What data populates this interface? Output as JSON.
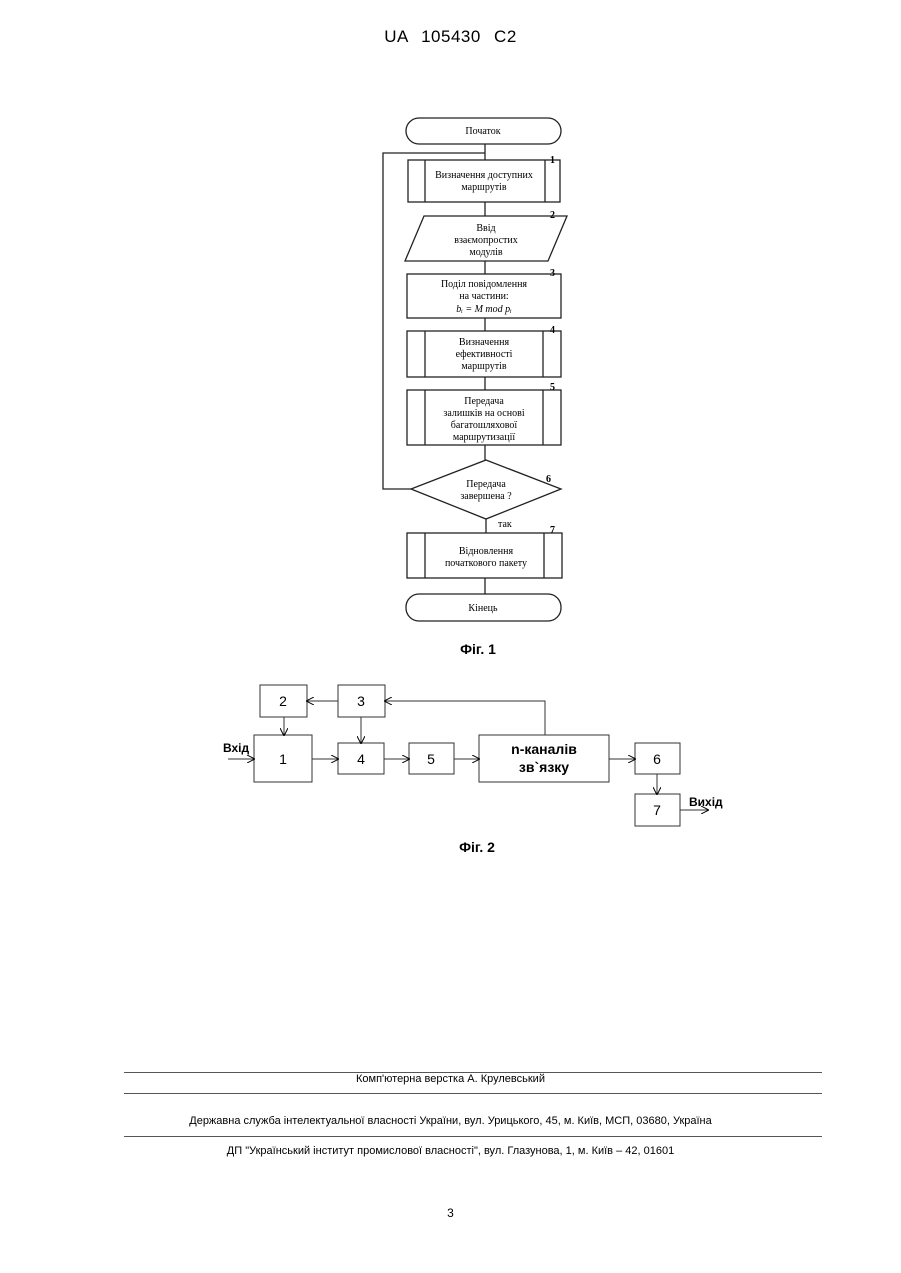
{
  "header": {
    "patent_id": "UA   105430   C2"
  },
  "figure1": {
    "start": "Початок",
    "end": "Кінець",
    "steps": [
      {
        "num": "1",
        "lines": [
          "Визначення доступних",
          "маршрутів"
        ]
      },
      {
        "num": "2",
        "lines": [
          "Ввід",
          "взаємопростих",
          "модулів"
        ]
      },
      {
        "num": "3",
        "lines": [
          "Поділ повідомлення",
          "на частини:",
          "bᵢ = M mod pᵢ"
        ]
      },
      {
        "num": "4",
        "lines": [
          "Визначення",
          "ефективності",
          "маршрутів"
        ]
      },
      {
        "num": "5",
        "lines": [
          "Передача",
          "залишків на основі",
          "багатошляхової",
          "маршрутизації"
        ]
      },
      {
        "num": "6",
        "lines": [
          "Передача",
          "завершена ?"
        ]
      },
      {
        "num": "7",
        "lines": [
          "Відновлення",
          "початкового пакету"
        ]
      }
    ],
    "yes_label": "так",
    "caption": "Фіг. 1"
  },
  "figure2": {
    "blocks": {
      "b1": "1",
      "b2": "2",
      "b3": "3",
      "b4": "4",
      "b5": "5",
      "b6": "6",
      "b7": "7",
      "channels": [
        "n-каналів",
        "зв`язку"
      ]
    },
    "input_label": "Вхід",
    "output_label": "Вихід",
    "caption": "Фіг. 2"
  },
  "footer": {
    "layout": "Комп'ютерна верстка А. Крулевський",
    "agency": "Державна служба інтелектуальної власності України, вул. Урицького, 45, м. Київ, МСП, 03680, Україна",
    "institute": "ДП \"Український інститут промислової власності\", вул. Глазунова, 1, м. Київ – 42, 01601"
  },
  "page_number": "3"
}
